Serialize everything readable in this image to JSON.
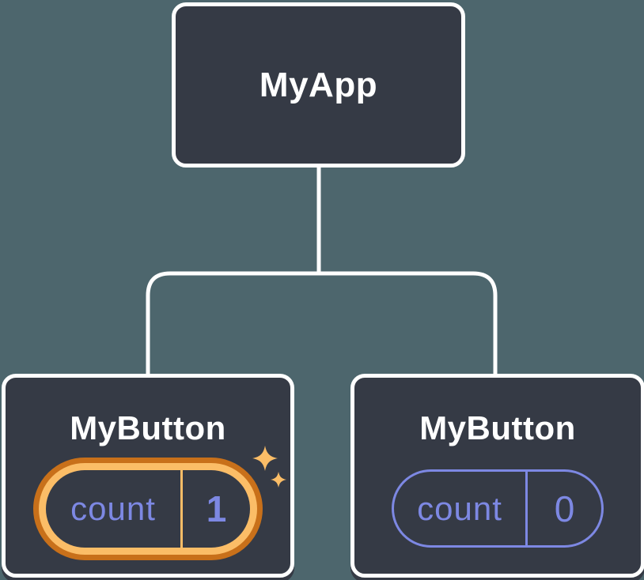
{
  "colors": {
    "background": "#4D666D",
    "card": "#353A45",
    "line": "#FFFFFF",
    "title-text": "#FFFFFF",
    "purple": "#7D88E3",
    "orange-dark": "#C8701A",
    "orange-light": "#FBBD67"
  },
  "icons": {
    "sparkles": "✦"
  },
  "tree": {
    "root": {
      "label": "MyApp"
    },
    "children": [
      {
        "label": "MyButton",
        "highlighted": true,
        "state": {
          "name": "count",
          "value": "1"
        }
      },
      {
        "label": "MyButton",
        "highlighted": false,
        "state": {
          "name": "count",
          "value": "0"
        }
      }
    ]
  }
}
